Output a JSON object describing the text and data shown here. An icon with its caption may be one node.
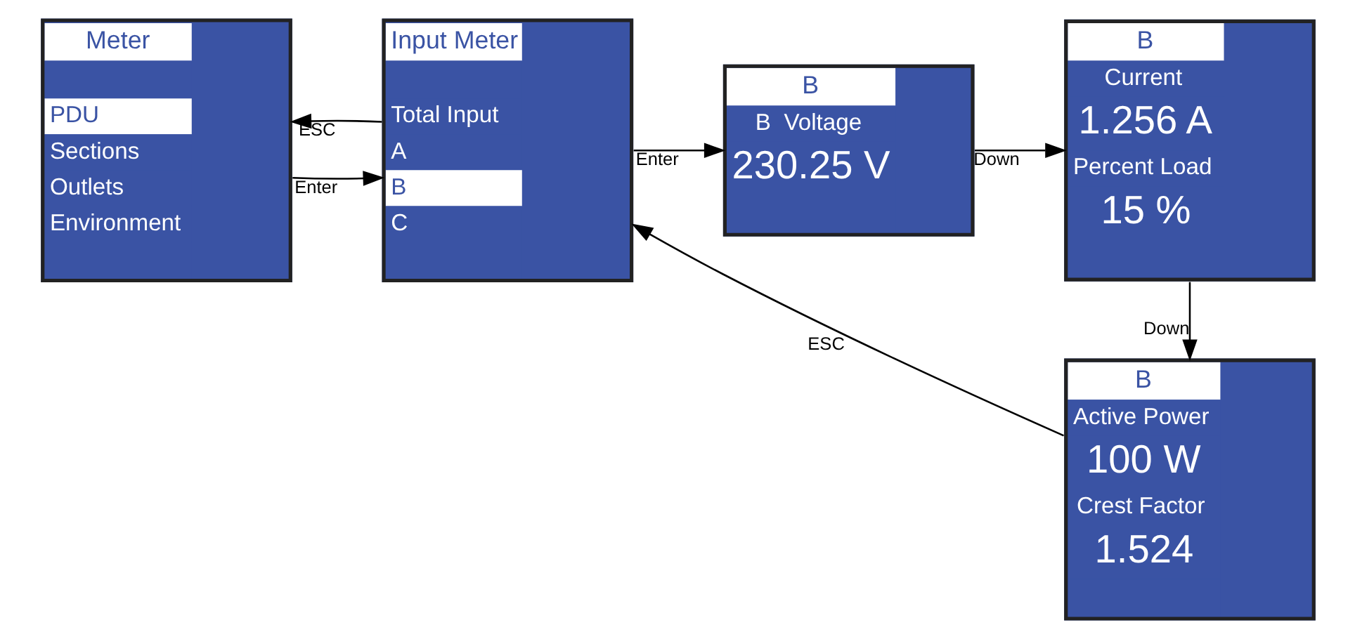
{
  "diagram": {
    "nodes": [
      {
        "text": [
          "Meter",
          "PDU",
          "Sections",
          "Outlets",
          "Environment"
        ]
      },
      {
        "text": [
          "Input Meter",
          "Total Input",
          "A",
          "B",
          "C"
        ]
      },
      {
        "text": [
          "B",
          "B  Voltage",
          "230.25 V"
        ]
      },
      {
        "text": [
          "B",
          "Current",
          "1.256 A",
          "Percent Load",
          "15 %"
        ]
      },
      {
        "text": [
          "B",
          "Active Power",
          "100 W",
          "Crest Factor",
          "1.524"
        ]
      }
    ],
    "edges": [
      {
        "from": 0,
        "to": 1,
        "arrow": "to",
        "label": "Enter"
      },
      {
        "from": 1,
        "to": 0,
        "arrow": "to",
        "label": "ESC"
      },
      {
        "from": 1,
        "to": 2,
        "arrow": "to",
        "label": "Enter"
      },
      {
        "from": 2,
        "to": 3,
        "arrow": "to",
        "label": "Down"
      },
      {
        "from": 3,
        "to": 4,
        "arrow": "to",
        "label": "Down"
      },
      {
        "from": 4,
        "to": 1,
        "arrow": "to",
        "label": "ESC"
      }
    ]
  }
}
